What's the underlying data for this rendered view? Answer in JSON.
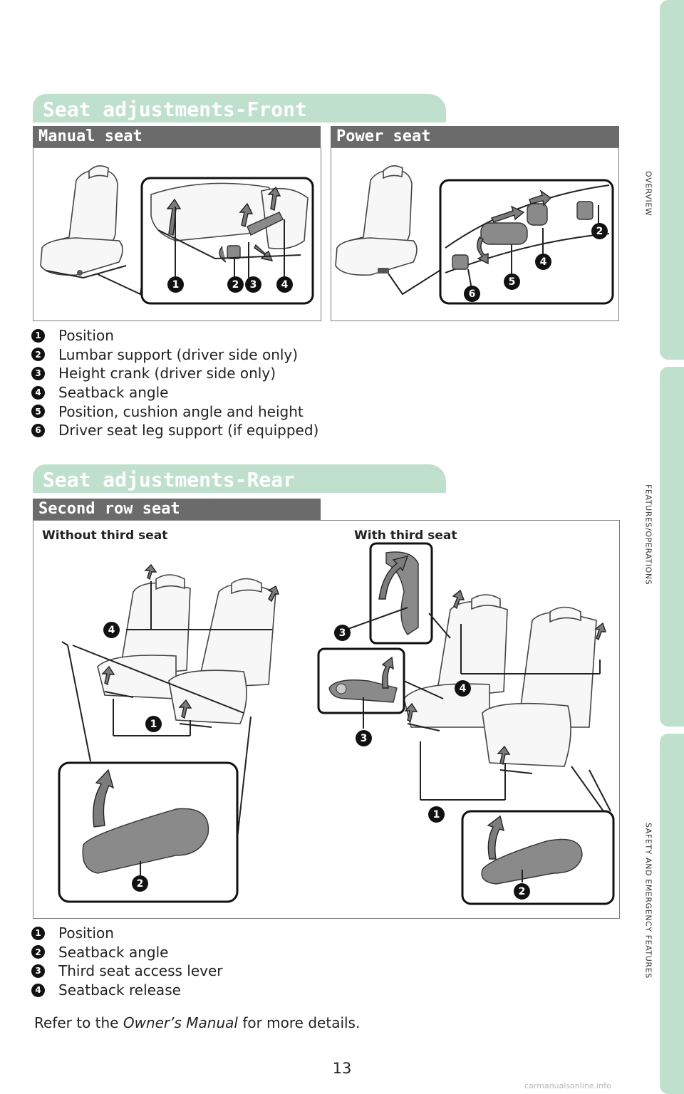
{
  "side_tabs": [
    "OVERVIEW",
    "FEATURES/OPERATIONS",
    "SAFETY AND EMERGENCY FEATURES"
  ],
  "front": {
    "title": "Seat adjustments-Front",
    "manual_label": "Manual seat",
    "power_label": "Power seat",
    "items": [
      {
        "n": "1",
        "text": "Position"
      },
      {
        "n": "2",
        "text": "Lumbar support (driver side only)"
      },
      {
        "n": "3",
        "text": "Height crank (driver side only)"
      },
      {
        "n": "4",
        "text": "Seatback angle"
      },
      {
        "n": "5",
        "text": "Position, cushion angle and height"
      },
      {
        "n": "6",
        "text": "Driver seat leg support (if equipped)"
      }
    ]
  },
  "rear": {
    "title": "Seat adjustments-Rear",
    "second_row_label": "Second row seat",
    "without_third": "Without third seat",
    "with_third": "With third seat",
    "items": [
      {
        "n": "1",
        "text": "Position"
      },
      {
        "n": "2",
        "text": "Seatback angle"
      },
      {
        "n": "3",
        "text": "Third seat access lever"
      },
      {
        "n": "4",
        "text": "Seatback release"
      }
    ]
  },
  "footnote": {
    "before": "Refer to the ",
    "italic": "Owner’s Manual",
    "after": " for more details."
  },
  "page_number": "13",
  "watermark": "carmanualsonline.info",
  "callouts": {
    "one": "1",
    "two": "2",
    "three": "3",
    "four": "4",
    "five": "5",
    "six": "6"
  }
}
